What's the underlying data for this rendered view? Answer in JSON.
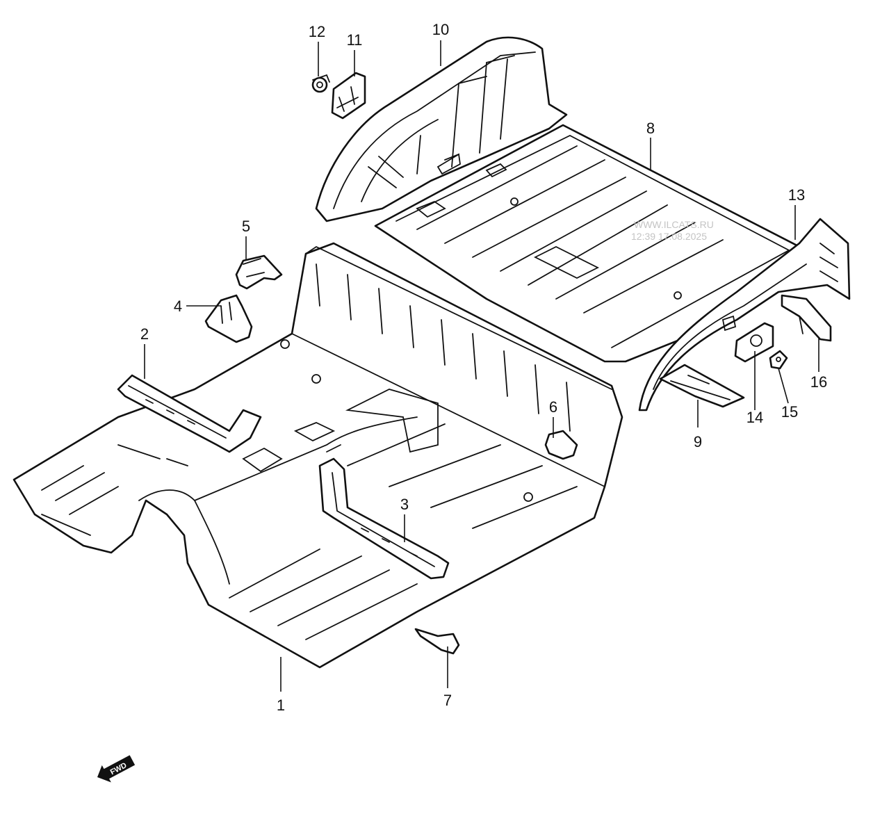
{
  "callouts": [
    {
      "id": "1",
      "label": "1"
    },
    {
      "id": "2",
      "label": "2"
    },
    {
      "id": "3",
      "label": "3"
    },
    {
      "id": "4",
      "label": "4"
    },
    {
      "id": "5",
      "label": "5"
    },
    {
      "id": "6",
      "label": "6"
    },
    {
      "id": "7",
      "label": "7"
    },
    {
      "id": "8",
      "label": "8"
    },
    {
      "id": "9",
      "label": "9"
    },
    {
      "id": "10",
      "label": "10"
    },
    {
      "id": "11",
      "label": "11"
    },
    {
      "id": "12",
      "label": "12"
    },
    {
      "id": "13",
      "label": "13"
    },
    {
      "id": "14",
      "label": "14"
    },
    {
      "id": "15",
      "label": "15"
    },
    {
      "id": "16",
      "label": "16"
    }
  ],
  "watermark": {
    "line1": "WWW.ILCATS.RU",
    "line2": "12:39 17.08.2025"
  },
  "fwd_arrow": {
    "label": "FWD"
  }
}
